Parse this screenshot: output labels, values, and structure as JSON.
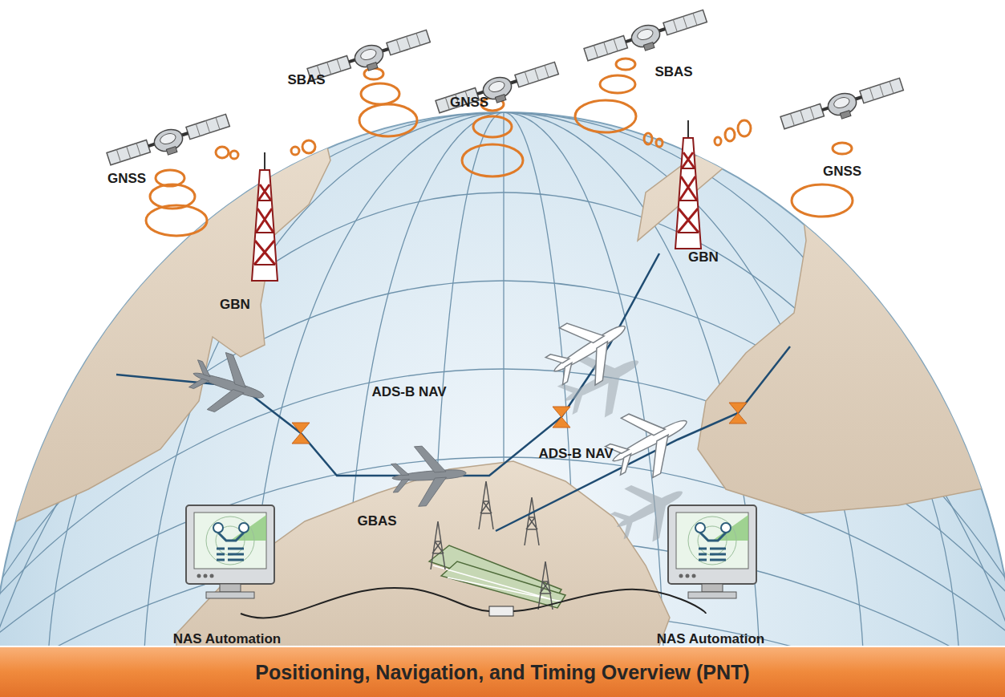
{
  "diagram": {
    "title": "Positioning, Navigation, and Timing Overview (PNT)",
    "labels": [
      "SBAS",
      "GNSS",
      "SBAS",
      "GNSS",
      "GNSS",
      "GBN",
      "GBN",
      "ADS-B NAV",
      "ADS-B NAV",
      "GBAS",
      "NAS Automation",
      "NAS Automation"
    ]
  }
}
